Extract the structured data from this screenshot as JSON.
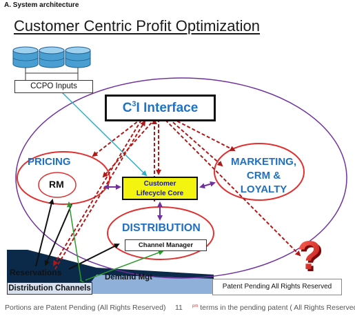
{
  "header": {
    "section_label": "A.  System architecture",
    "title": "Customer Centric Profit Optimization"
  },
  "diagram": {
    "ccpo_inputs": "CCPO Inputs",
    "c3i_prefix": "C",
    "c3i_sup": "3",
    "c3i_suffix": "I Interface",
    "core_line1": "Customer",
    "core_line2": "Lifecycle Core",
    "pricing": "PRICING",
    "rm": "RM",
    "marketing_line1": "MARKETING,",
    "marketing_line2": "CRM &",
    "marketing_line3": "LOYALTY",
    "distribution": "DISTRIBUTION",
    "channel_manager": "Channel  Manager",
    "reservations": "Reservations",
    "distribution_channels": "Distribution Channels",
    "demand_mgt": "Demand Mgt",
    "patent_box": "Patent Pending All Rights Reserved",
    "question_mark": "?"
  },
  "footer": {
    "left": "Portions are Patent Pending (All Rights Reserved)",
    "page": "11",
    "right_sup": "pm",
    "right": " terms in the pending patent ( All Rights Reserved)"
  },
  "colors": {
    "accent_blue": "#1f6fc2",
    "core_yellow": "#f4f411",
    "ring_purple": "#7030a0",
    "red": "#e03030",
    "dark_red": "#b01818",
    "db_blue": "#5aa7d6"
  },
  "icons": [
    "database-icon",
    "question-mark-icon"
  ]
}
